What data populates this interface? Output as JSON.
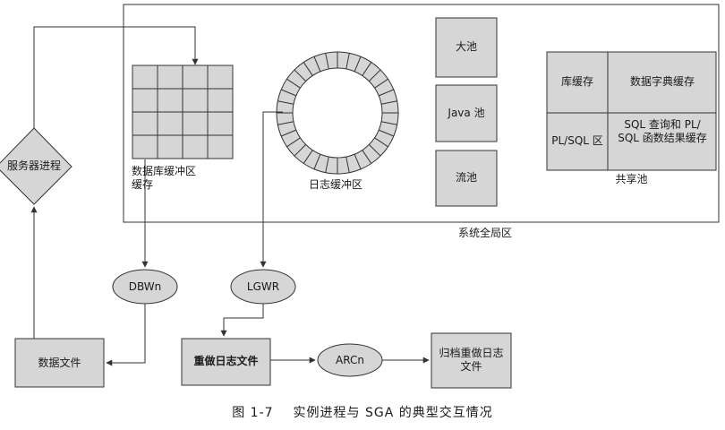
{
  "sga": {
    "label": "系统全局区"
  },
  "db_buffer": {
    "label_line1": "数据库缓冲区",
    "label_line2": "缓存"
  },
  "redo_buffer": {
    "label": "日志缓冲区"
  },
  "pools": {
    "large": "大池",
    "java": "Java 池",
    "stream": "流池"
  },
  "shared_pool": {
    "label": "共享池",
    "library_cache": "库缓存",
    "dictionary_cache": "数据字典缓存",
    "plsql_area": "PL/SQL 区",
    "result_cache": "SQL 查询和 PL/ SQL 函数结果缓存"
  },
  "server_process": {
    "label": "服务器进程"
  },
  "processes": {
    "dbwn": "DBWn",
    "lgwr": "LGWR",
    "arcn": "ARCn"
  },
  "files": {
    "data": "数据文件",
    "redo": "重做日志文件",
    "archive": "归档重做日志文件"
  },
  "caption": {
    "number": "图 1-7",
    "text": "实例进程与 SGA 的典型交互情况"
  },
  "colors": {
    "fill": "#d6d6d6",
    "stroke": "#333333"
  }
}
